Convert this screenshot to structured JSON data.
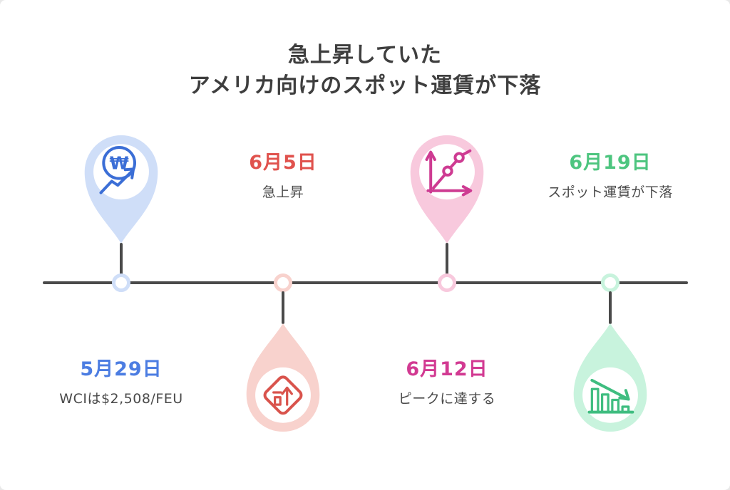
{
  "title": {
    "line1": "急上昇していた",
    "line2": "アメリカ向けのスポット運賃が下落"
  },
  "events": [
    {
      "date": "5月29日",
      "description": "WCIは$2,508/FEU",
      "icon": "won-currency-growth-icon",
      "pin_side": "above",
      "accent_color": "#4c7de2",
      "pin_color": "#cfdef8",
      "icon_color": "#3b6ed6"
    },
    {
      "date": "6月5日",
      "description": "急上昇",
      "icon": "rise-ahead-sign-icon",
      "pin_side": "below",
      "accent_color": "#e0524d",
      "pin_color": "#f8d2cd",
      "icon_color": "#d9534c"
    },
    {
      "date": "6月12日",
      "description": "ピークに達する",
      "icon": "line-chart-peak-icon",
      "pin_side": "above",
      "accent_color": "#d23a92",
      "pin_color": "#f8c9dd",
      "icon_color": "#ce3b92"
    },
    {
      "date": "6月19日",
      "description": "スポット運賃が下落",
      "icon": "declining-bar-chart-icon",
      "pin_side": "below",
      "accent_color": "#4dc57f",
      "pin_color": "#c8f3dd",
      "icon_color": "#3fbd80"
    }
  ],
  "colors": {
    "background": "#ffffff",
    "title_color": "#3e3e3e",
    "text_color": "#4a4a4a",
    "line_color": "#4a4a4a"
  }
}
